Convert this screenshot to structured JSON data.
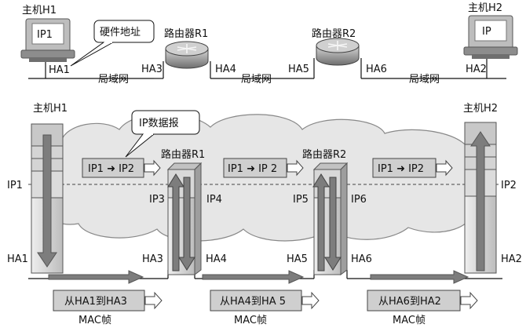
{
  "top": {
    "host1": "主机H1",
    "host1_ip": "IP1",
    "host1_ha": "HA1",
    "callout_hw": "硬件地址",
    "router1": "路由器R1",
    "router1_ha_left": "HA3",
    "router1_ha_right": "HA4",
    "router2": "路由器R2",
    "router2_ha_left": "HA5",
    "router2_ha_right": "HA6",
    "host2": "主机H2",
    "host2_ip": "IP",
    "host2_ha": "HA2",
    "lan1": "局域网",
    "lan2": "局域网",
    "lan3": "局域网"
  },
  "bottom": {
    "host1": "主机H1",
    "host2": "主机H2",
    "router1": "路由器R1",
    "router2": "路由器R2",
    "callout_ip_datagram": "IP数据报",
    "ip_left": "IP1",
    "ip_right": "IP2",
    "r1_ip_left": "IP3",
    "r1_ip_right": "IP4",
    "r2_ip_left": "IP5",
    "r2_ip_right": "IP6",
    "ha_h1": "HA1",
    "ha_h2": "HA2",
    "ha3": "HA3",
    "ha4": "HA4",
    "ha5": "HA5",
    "ha6": "HA6",
    "ip_packets": [
      "IP1 ➜ IP2",
      "IP1 ➜ IP 2",
      "IP1 ➜ IP2"
    ],
    "mac_frames": [
      "从HA1到HA3",
      "从HA4到HA 5",
      "从HA6到HA2"
    ],
    "mac_label": "MAC帧"
  }
}
